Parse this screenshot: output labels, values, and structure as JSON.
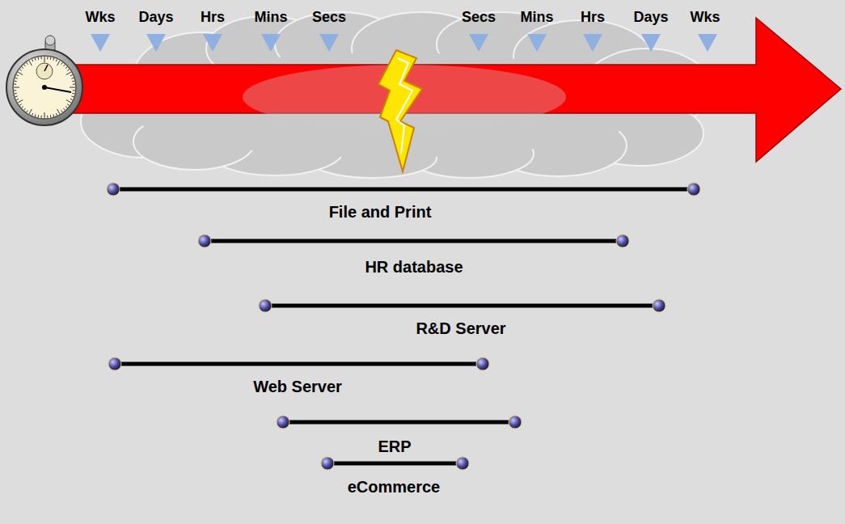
{
  "diagram": {
    "labels": [
      "Wks",
      "Days",
      "Hrs",
      "Mins",
      "Secs",
      "Secs",
      "Mins",
      "Hrs",
      "Days",
      "Wks",
      "File and Print",
      "HR database",
      "R&D Server",
      "Web Server",
      "ERP",
      "eCommerce"
    ]
  }
}
